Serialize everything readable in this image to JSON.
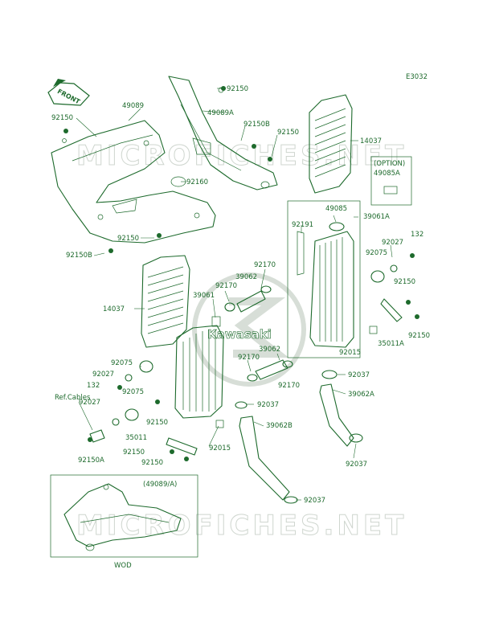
{
  "diagram_code": "E3032",
  "front_marker": "FRONT",
  "option_label": "(OPTION)",
  "inset_title": "(49089/A)",
  "inset_caption": "WOD",
  "watermark": "MICROFICHES.NET",
  "logo_text": "Kawasaki",
  "callouts": [
    "49089",
    "92150",
    "49089A",
    "92150",
    "92150B",
    "92150",
    "14037",
    "92160",
    "49085A",
    "92150",
    "92150B",
    "49085",
    "39061A",
    "92191",
    "132",
    "92027",
    "92075",
    "92170",
    "39062",
    "92170",
    "14037",
    "39061",
    "92150",
    "92150",
    "35011A",
    "92075",
    "92027",
    "132",
    "92075",
    "92170",
    "39062",
    "92015",
    "92037",
    "92170",
    "39062A",
    "Ref.Cables",
    "92027",
    "92037",
    "92150",
    "39062B",
    "35011",
    "92015",
    "92150",
    "92150A",
    "92150",
    "92037",
    "92037"
  ],
  "colors": {
    "line": "#1d6a2c",
    "watermark": "#cfd6cf",
    "background": "#ffffff"
  }
}
